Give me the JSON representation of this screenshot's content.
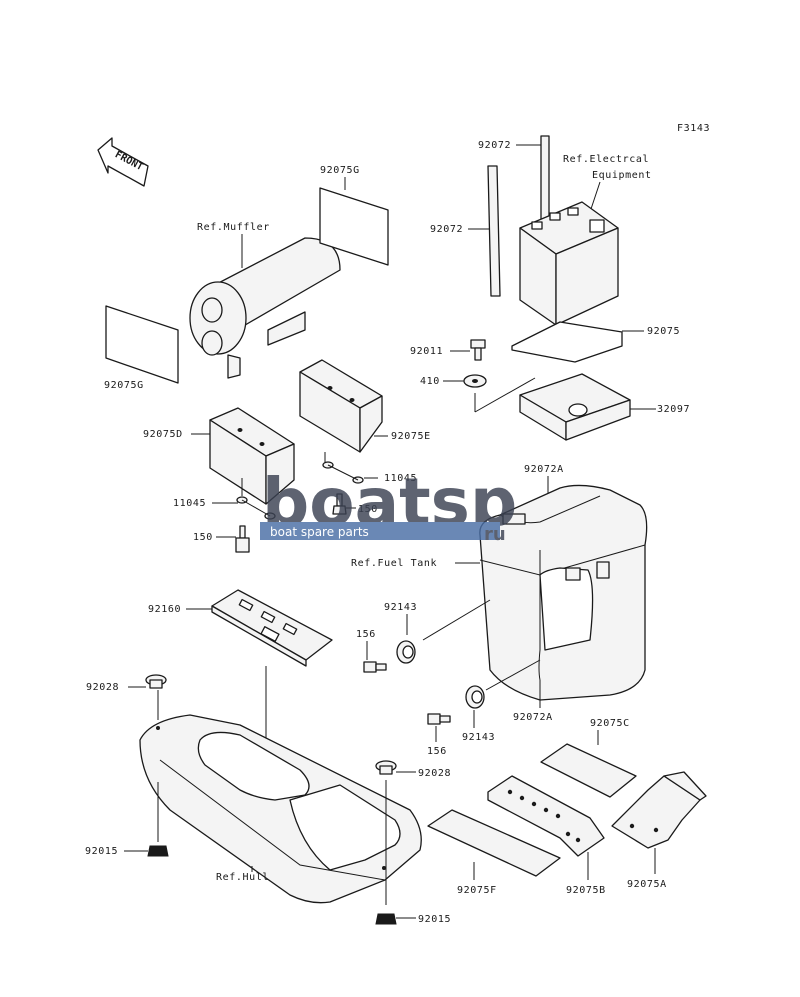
{
  "figure_code": "F3143",
  "front_arrow": "FRONT",
  "references": {
    "muffler": "Ref.Muffler",
    "electrical_line1": "Ref.Electrcal",
    "electrical_line2": "Equipment",
    "fuel_tank": "Ref.Fuel Tank",
    "hull": "Ref.Hull"
  },
  "parts": {
    "p92072_a": "92072",
    "p92072_b": "92072",
    "p92075g_top": "92075G",
    "p92075g_left": "92075G",
    "p92075": "92075",
    "p92011": "92011",
    "p410": "410",
    "p32097": "32097",
    "p92075d": "92075D",
    "p92075e": "92075E",
    "p11045_right": "11045",
    "p11045_left": "11045",
    "p150_right": "150",
    "p150_left": "150",
    "p92072a_top": "92072A",
    "p92072a_bottom": "92072A",
    "p92143_top": "92143",
    "p92143_bottom": "92143",
    "p156_left": "156",
    "p156_bottom": "156",
    "p92160": "92160",
    "p92028_left": "92028",
    "p92028_right": "92028",
    "p92015_left": "92015",
    "p92015_bottom": "92015",
    "p92075c": "92075C",
    "p92075f": "92075F",
    "p92075b": "92075B",
    "p92075a": "92075A"
  },
  "watermark": {
    "brand": "boatsp",
    "tagline": "boat spare parts",
    "suffix": "ru"
  },
  "colors": {
    "line": "#1a1a1a",
    "watermark_dark": "#3b4253",
    "watermark_blue": "#4a6fa5"
  }
}
